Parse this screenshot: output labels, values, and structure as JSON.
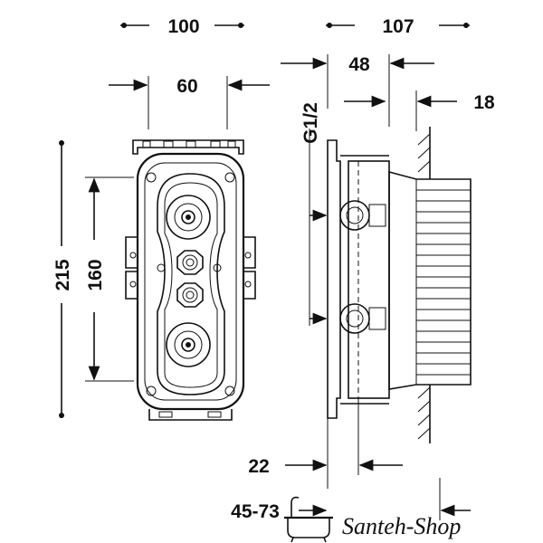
{
  "dimensions": {
    "front_width": "100",
    "side_depth": "107",
    "inner_width": "60",
    "body_depth": "48",
    "thread": "G1/2",
    "plate_offset": "18",
    "height_total": "215",
    "height_inner": "160",
    "wall_offset": "22",
    "depth_range": "45-73"
  },
  "watermark": "Santeh-Shop",
  "icons": {
    "logo": "bathtub-icon"
  }
}
